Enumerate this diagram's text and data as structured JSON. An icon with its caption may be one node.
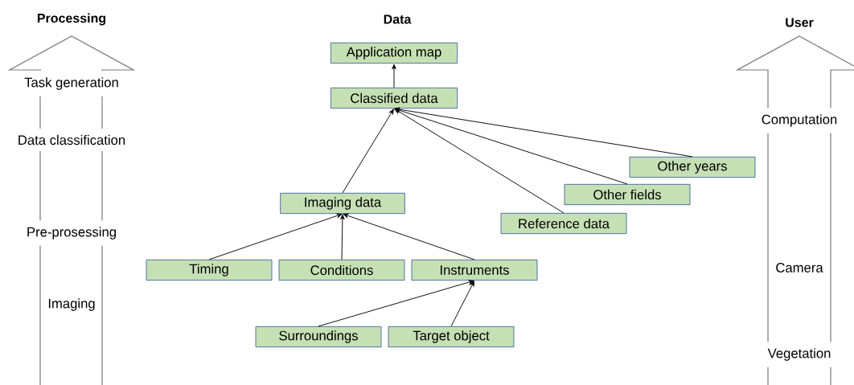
{
  "diagram": {
    "nodes": [
      {
        "text": [
          "Processing",
          "Task generation",
          "Data classification",
          "Pre-prosessing",
          "Imaging"
        ]
      },
      {
        "text": [
          "Application map"
        ]
      },
      {
        "text": [
          "Classified data"
        ]
      },
      {
        "text": [
          "Imaging data"
        ]
      },
      {
        "text": [
          "Timing"
        ]
      },
      {
        "text": [
          "Conditions"
        ]
      },
      {
        "text": [
          "Instruments"
        ]
      },
      {
        "text": [
          "Surroundings"
        ]
      },
      {
        "text": [
          "Target object"
        ]
      },
      {
        "text": [
          "Reference data"
        ]
      },
      {
        "text": [
          "Other fields"
        ]
      },
      {
        "text": [
          "Other years"
        ]
      },
      {
        "text": [
          "User",
          "Computation",
          "Camera",
          "Vegetation"
        ]
      }
    ],
    "edges": [
      {
        "from": 2,
        "to": 1,
        "arrow": "to"
      },
      {
        "from": 3,
        "to": 2,
        "arrow": "to"
      },
      {
        "from": 9,
        "to": 2,
        "arrow": "to"
      },
      {
        "from": 10,
        "to": 2,
        "arrow": "to"
      },
      {
        "from": 11,
        "to": 2,
        "arrow": "to"
      },
      {
        "from": 4,
        "to": 3,
        "arrow": "to"
      },
      {
        "from": 5,
        "to": 3,
        "arrow": "to"
      },
      {
        "from": 6,
        "to": 3,
        "arrow": "to"
      },
      {
        "from": 7,
        "to": 6,
        "arrow": "to"
      },
      {
        "from": 8,
        "to": 6,
        "arrow": "to"
      }
    ],
    "labels": [
      "Data"
    ]
  }
}
